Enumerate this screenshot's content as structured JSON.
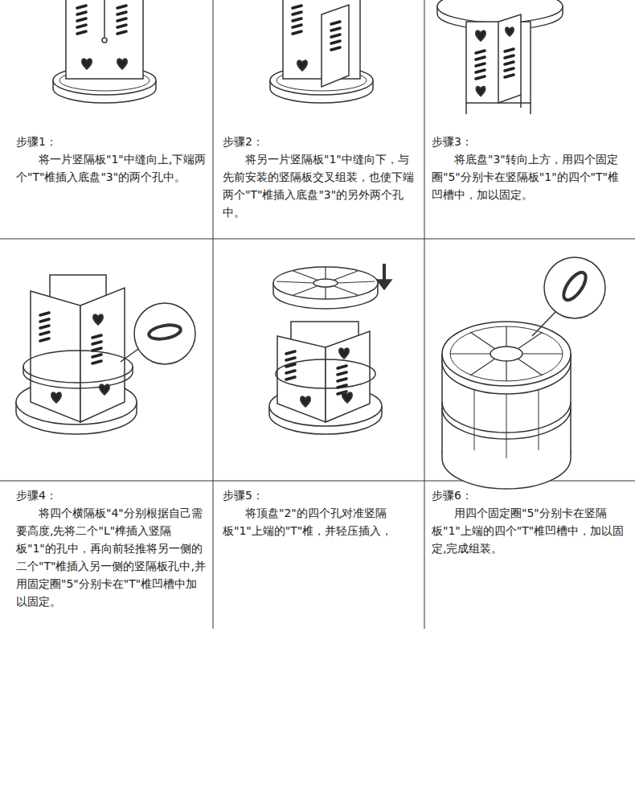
{
  "diagram": {
    "nodes": [
      {
        "text": [
          "步骤1：",
          "将一片竖隔板\"1\"中缝向上,下端两个\"T\"椎插入底盘\"3\"的两个孔中。"
        ]
      },
      {
        "text": [
          "步骤2：",
          "将另一片竖隔板\"1\"中缝向下，与先前安装的竖隔板交叉组装，也使下端两个\"T\"椎插入底盘\"3\"的另外两个孔中。"
        ]
      },
      {
        "text": [
          "步骤3：",
          "将底盘\"3\"转向上方，用四个固定圈\"5\"分别卡在竖隔板\"1\"的四个\"T\"椎凹槽中，加以固定。"
        ]
      },
      {
        "text": [
          "步骤4：",
          "将四个横隔板\"4\"分别根据自己需要高度,先将二个\"L\"榫插入竖隔板\"1\"的孔中，再向前轻推将另一侧的二个\"T\"椎插入另一侧的竖隔板孔中,并用固定圈\"5\"分别卡在\"T\"椎凹槽中加以固定。"
        ]
      },
      {
        "text": [
          "步骤5：",
          "将顶盘\"2\"的四个孔对准竖隔板\"1\"上端的\"T\"椎，并轻压插入，"
        ]
      },
      {
        "text": [
          "步骤6：",
          "用四个固定圈\"5\"分别卡在竖隔板\"1\"上端的四个\"T\"椎凹槽中，加以固定,完成组装。"
        ]
      }
    ]
  }
}
